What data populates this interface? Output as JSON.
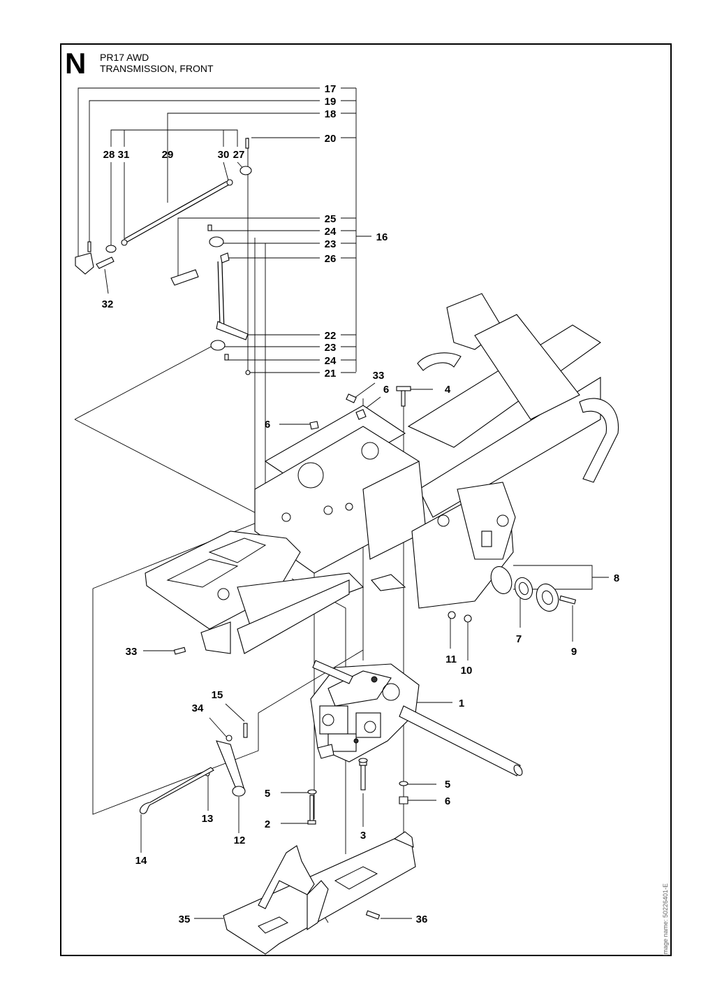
{
  "header": {
    "section_letter": "N",
    "model": "PR17 AWD",
    "title": "TRANSMISSION, FRONT"
  },
  "image_name": "Image name: 50226401-E",
  "callouts": [
    {
      "id": "c17",
      "label": "17"
    },
    {
      "id": "c19",
      "label": "19"
    },
    {
      "id": "c18",
      "label": "18"
    },
    {
      "id": "c20",
      "label": "20"
    },
    {
      "id": "c28",
      "label": "28"
    },
    {
      "id": "c31",
      "label": "31"
    },
    {
      "id": "c29",
      "label": "29"
    },
    {
      "id": "c30",
      "label": "30"
    },
    {
      "id": "c27",
      "label": "27"
    },
    {
      "id": "c25",
      "label": "25"
    },
    {
      "id": "c24a",
      "label": "24"
    },
    {
      "id": "c16",
      "label": "16"
    },
    {
      "id": "c23a",
      "label": "23"
    },
    {
      "id": "c26",
      "label": "26"
    },
    {
      "id": "c32",
      "label": "32"
    },
    {
      "id": "c22",
      "label": "22"
    },
    {
      "id": "c23b",
      "label": "23"
    },
    {
      "id": "c24b",
      "label": "24"
    },
    {
      "id": "c21",
      "label": "21"
    },
    {
      "id": "c33a",
      "label": "33"
    },
    {
      "id": "c6a",
      "label": "6"
    },
    {
      "id": "c4",
      "label": "4"
    },
    {
      "id": "c6b",
      "label": "6"
    },
    {
      "id": "c8",
      "label": "8"
    },
    {
      "id": "c7",
      "label": "7"
    },
    {
      "id": "c9",
      "label": "9"
    },
    {
      "id": "c11",
      "label": "11"
    },
    {
      "id": "c10",
      "label": "10"
    },
    {
      "id": "c33b",
      "label": "33"
    },
    {
      "id": "c1",
      "label": "1"
    },
    {
      "id": "c15",
      "label": "15"
    },
    {
      "id": "c34",
      "label": "34"
    },
    {
      "id": "c5a",
      "label": "5"
    },
    {
      "id": "c5b",
      "label": "5"
    },
    {
      "id": "c6c",
      "label": "6"
    },
    {
      "id": "c2",
      "label": "2"
    },
    {
      "id": "c3",
      "label": "3"
    },
    {
      "id": "c13",
      "label": "13"
    },
    {
      "id": "c12",
      "label": "12"
    },
    {
      "id": "c14",
      "label": "14"
    },
    {
      "id": "c35",
      "label": "35"
    },
    {
      "id": "c36",
      "label": "36"
    }
  ]
}
